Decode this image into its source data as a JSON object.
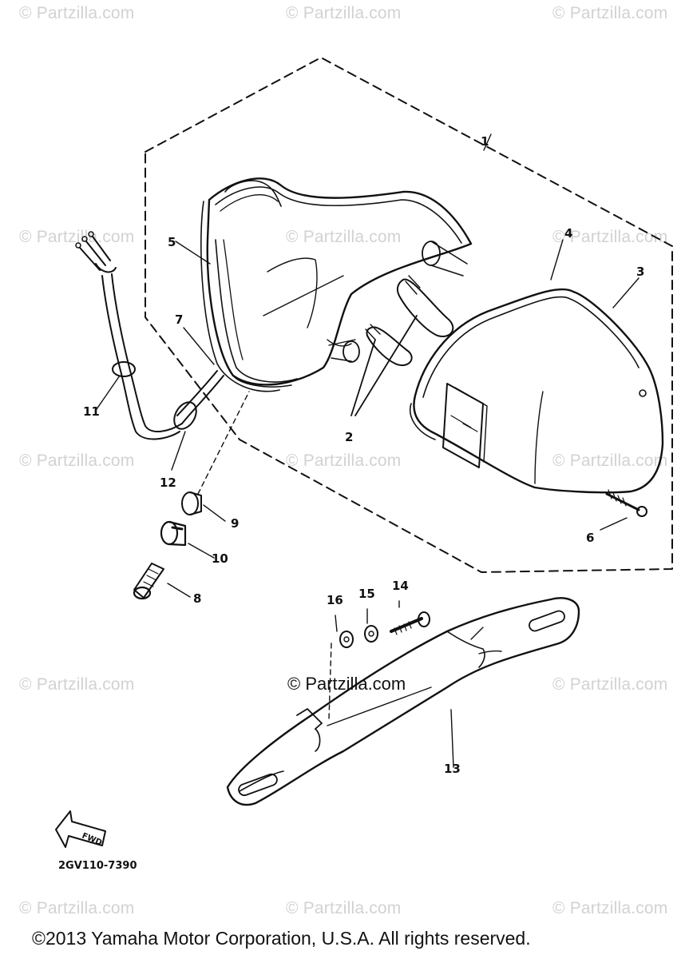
{
  "diagram": {
    "watermark_text": "© Partzilla.com",
    "center_watermark": "© Partzilla.com",
    "copyright": "©2013  Yamaha Motor Corporation, U.S.A. All rights reserved.",
    "diagram_code": "2GV110-7390",
    "fwd_label": "FWD",
    "callouts": {
      "c1": "1",
      "c2": "2",
      "c3": "3",
      "c4": "4",
      "c5": "5",
      "c6": "6",
      "c7": "7",
      "c8": "8",
      "c9": "9",
      "c10": "10",
      "c11": "11",
      "c12": "12",
      "c13": "13",
      "c14": "14",
      "c15": "15",
      "c16": "16"
    }
  }
}
